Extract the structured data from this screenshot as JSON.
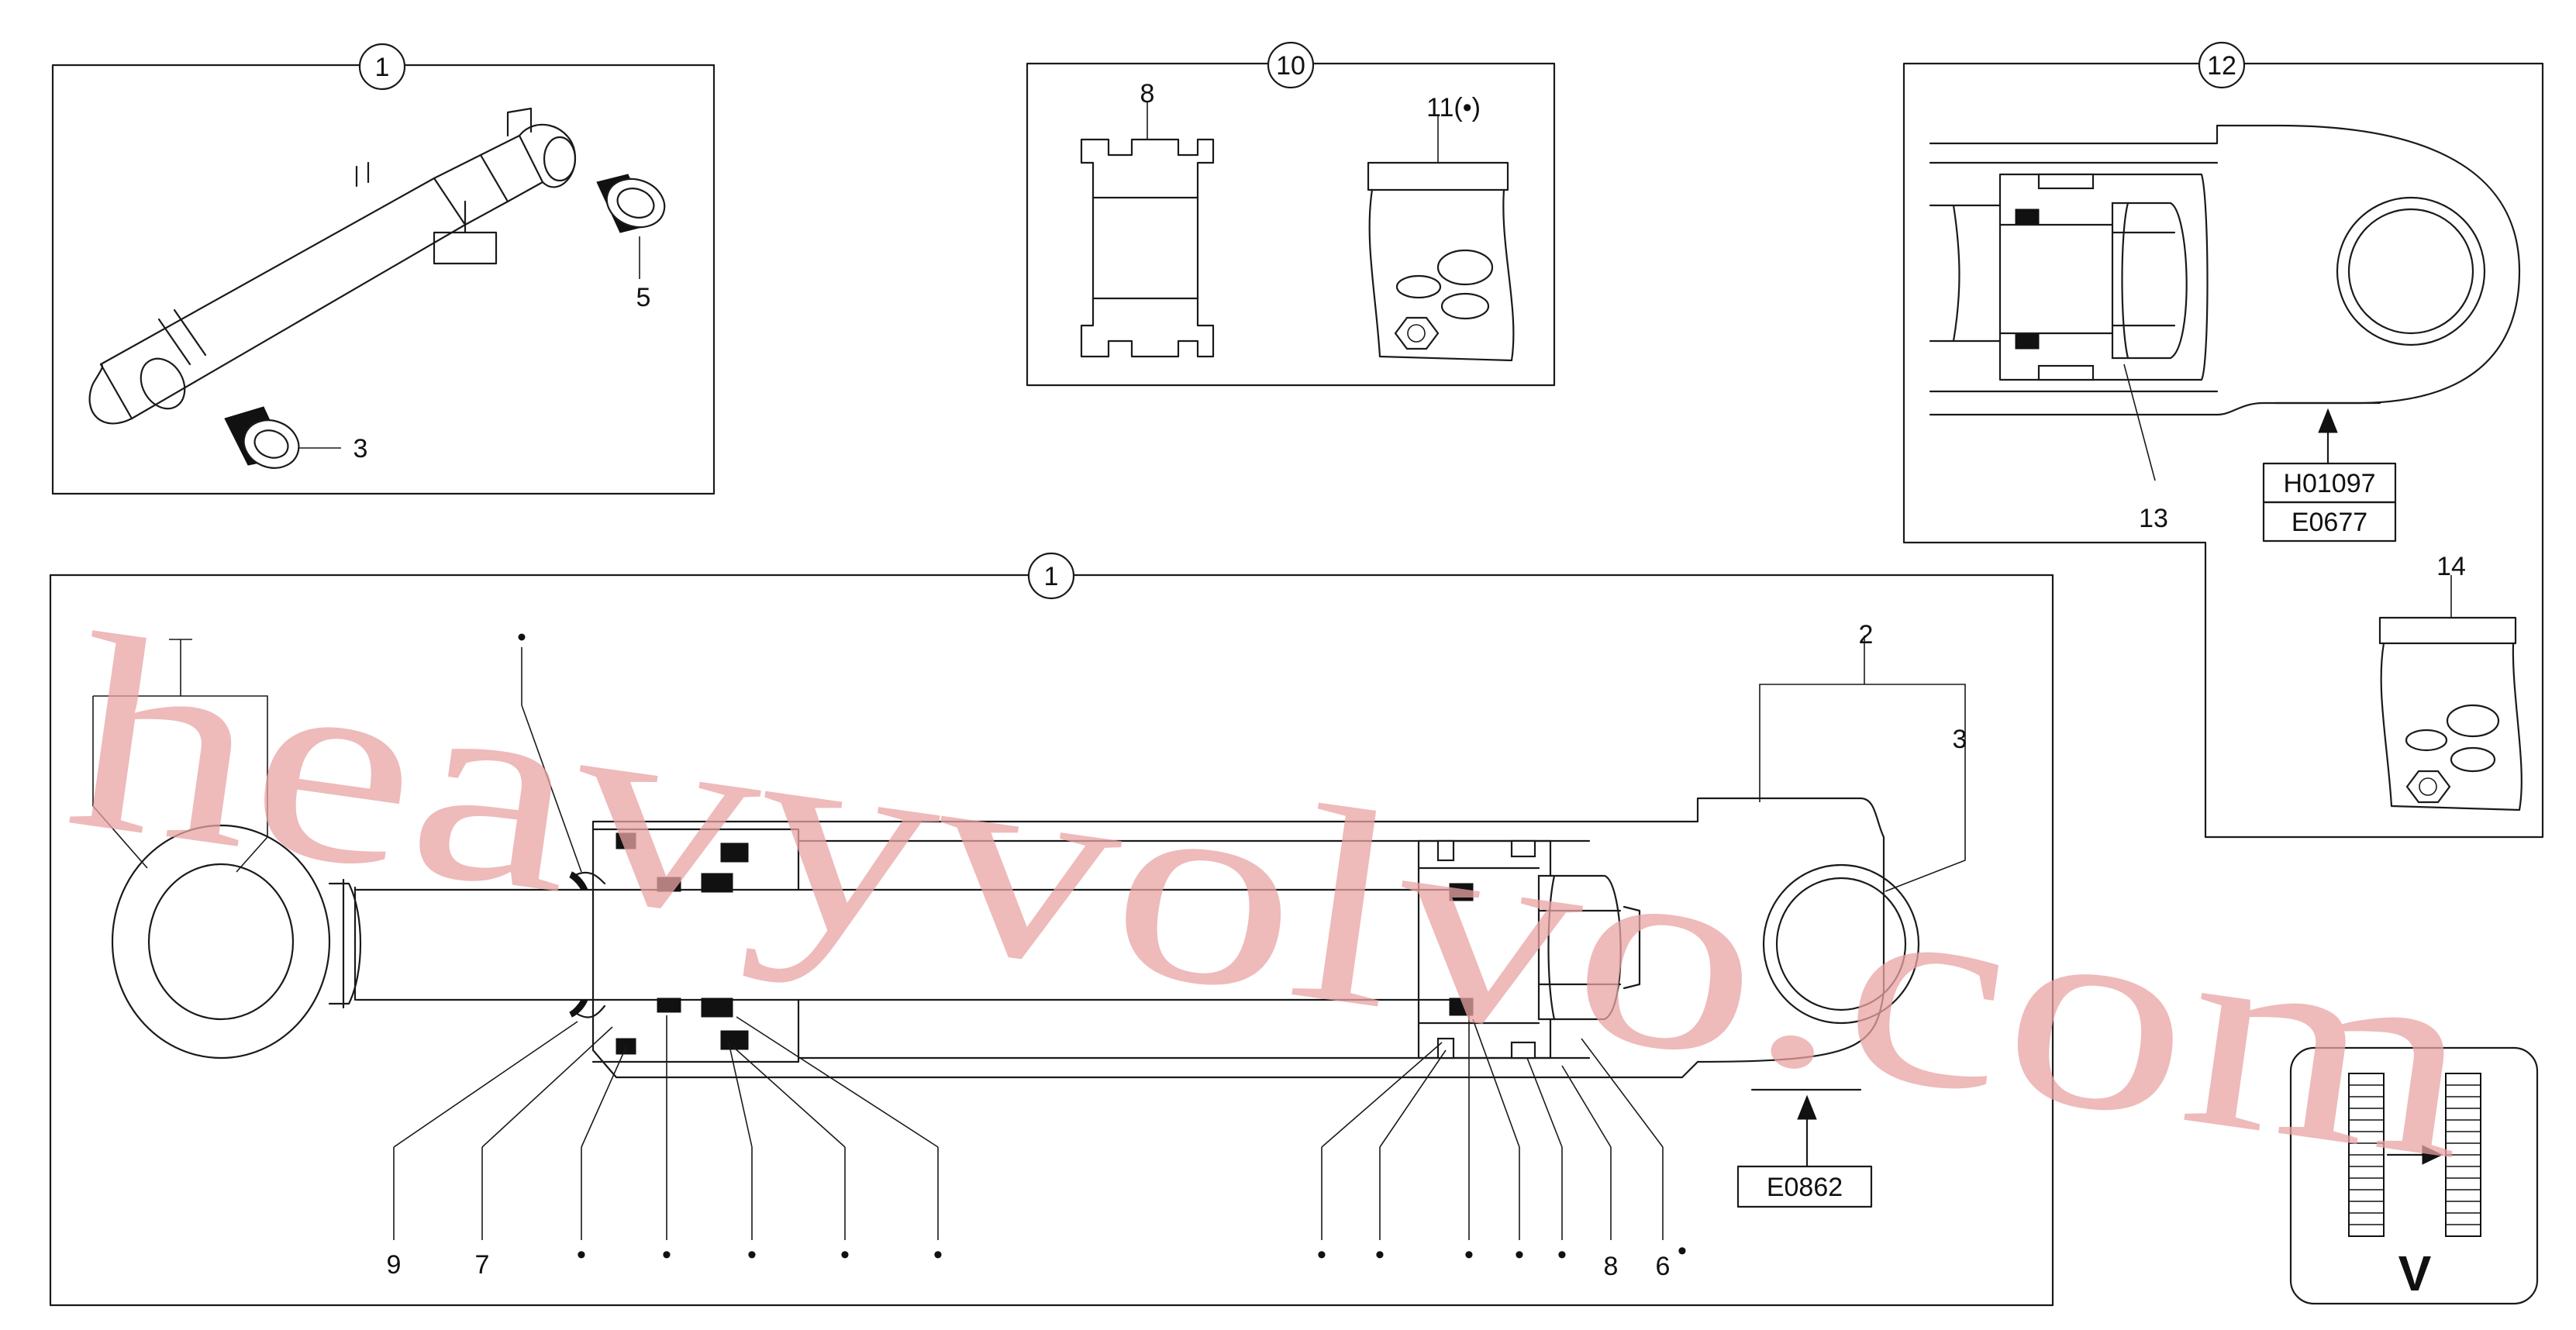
{
  "callouts": {
    "top_left": "1",
    "top_middle": "10",
    "top_right": "12",
    "main": "1"
  },
  "labels": {
    "l3_top": "3",
    "l5": "5",
    "l8_kit": "8",
    "l11": "11(•)",
    "l13": "13",
    "l14": "14",
    "l2": "2",
    "l3_main": "3",
    "l9": "9",
    "l7": "7",
    "l8_main": "8",
    "l6": "6",
    "bullet": "•"
  },
  "references": {
    "h01097": "H01097",
    "e0677": "E0677",
    "e0862": "E0862"
  },
  "symbol": {
    "letter": "V"
  },
  "watermark": "heavyvolvo.com"
}
